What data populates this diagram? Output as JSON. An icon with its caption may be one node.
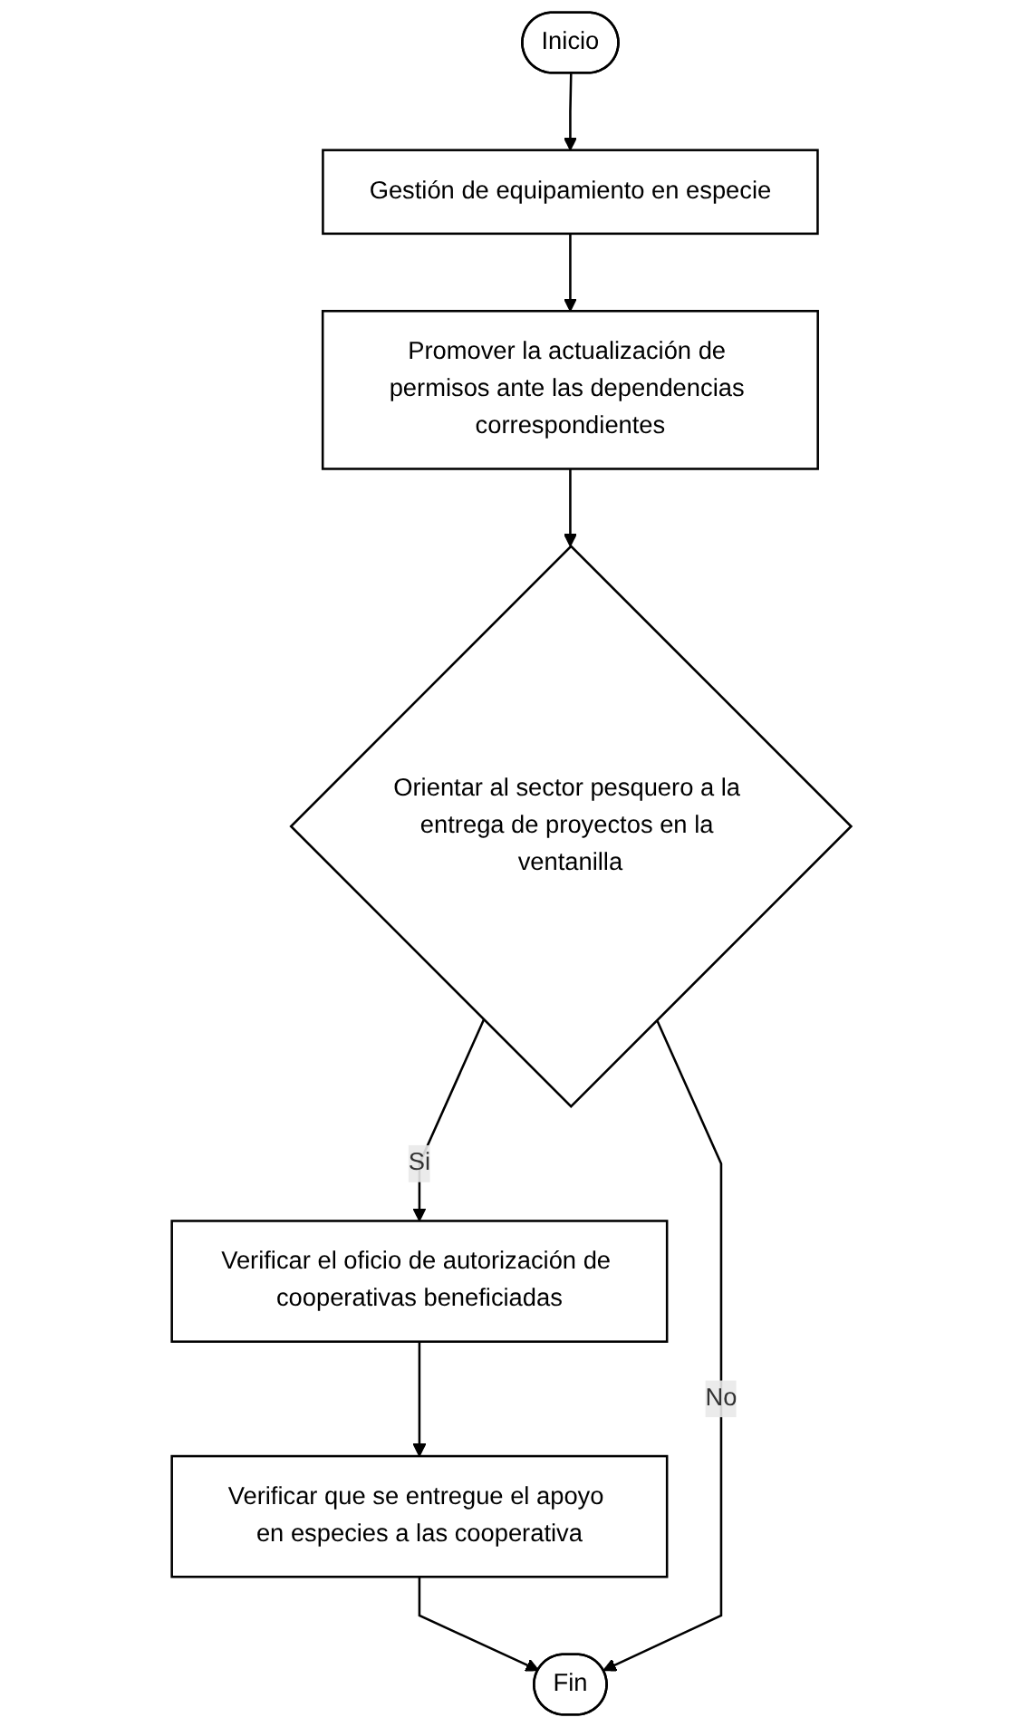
{
  "diagram": {
    "nodes": [
      {
        "text": [
          "Inicio"
        ]
      },
      {
        "text": [
          "Gestión de equipamiento en especie"
        ]
      },
      {
        "text": [
          "Promover la actualización de permisos ante las dependencias correspondientes"
        ]
      },
      {
        "text": [
          "Orientar al sector pesquero a la entrega de proyectos en la ventanilla"
        ]
      },
      {
        "text": [
          "Verificar el oficio de autorización de cooperativas beneficiadas"
        ]
      },
      {
        "text": [
          "Verificar que se entregue el apoyo en especies a las cooperativa"
        ]
      },
      {
        "text": [
          "Fin"
        ]
      }
    ],
    "edges": [
      {
        "from": 0,
        "to": 1,
        "arrow": "to"
      },
      {
        "from": 1,
        "to": 2,
        "arrow": "to"
      },
      {
        "from": 2,
        "to": 3,
        "arrow": "to"
      },
      {
        "from": 3,
        "to": 4,
        "arrow": "to",
        "label": "Si"
      },
      {
        "from": 4,
        "to": 5,
        "arrow": "to"
      },
      {
        "from": 5,
        "to": 6,
        "arrow": "to"
      },
      {
        "from": 3,
        "to": 6,
        "arrow": "to",
        "label": "No"
      }
    ]
  }
}
